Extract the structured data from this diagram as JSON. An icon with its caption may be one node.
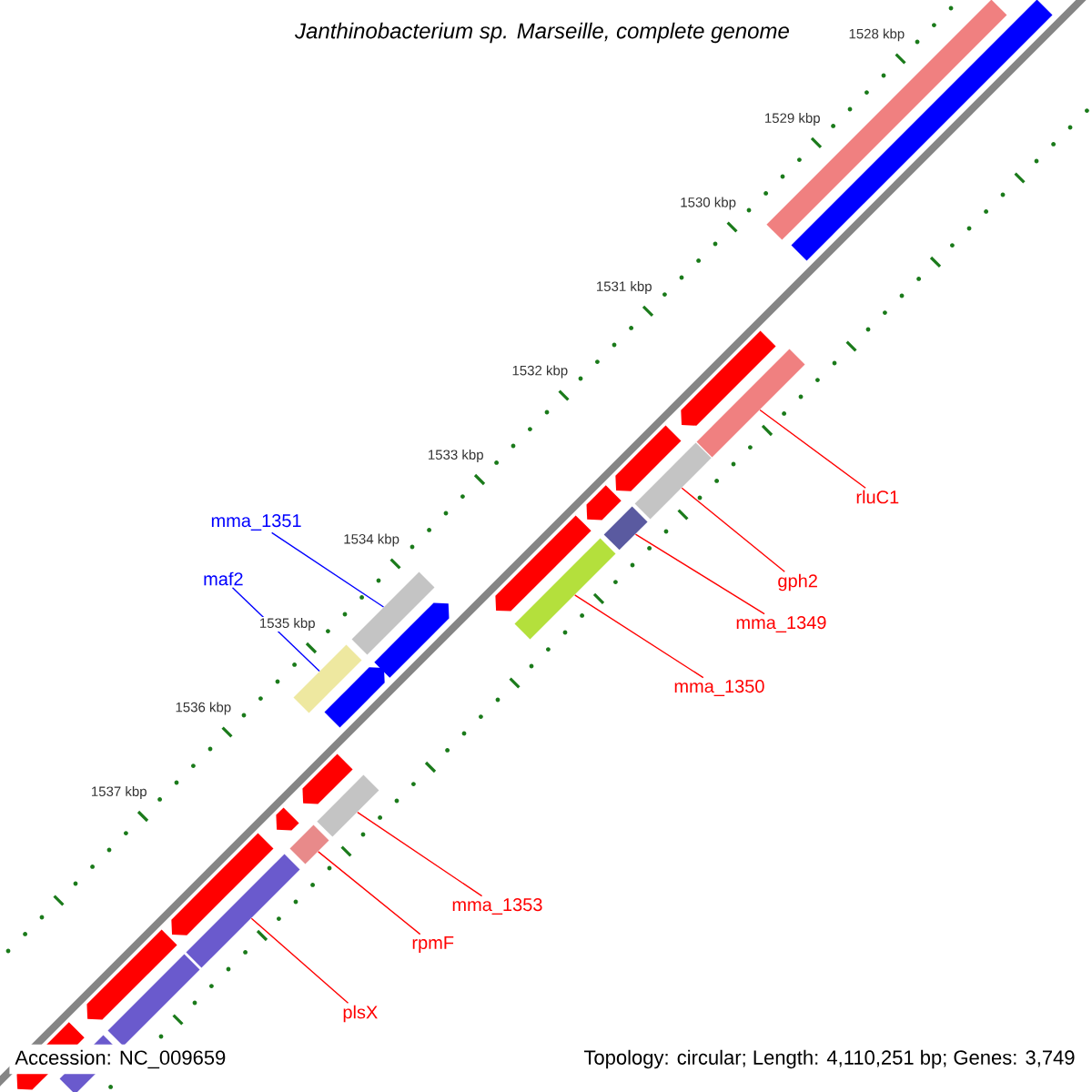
{
  "diagram": {
    "title": "Janthinobacterium sp. Marseille, complete genome",
    "nodes": [
      {
        "text": [],
        "shape": "bar"
      },
      {
        "text": [],
        "shape": "bar"
      },
      {
        "text": [],
        "shape": "arrow"
      },
      {
        "text": [],
        "shape": "bar"
      },
      {
        "text": [],
        "shape": "arrow"
      },
      {
        "text": [],
        "shape": "bar"
      },
      {
        "text": [],
        "shape": "arrow"
      },
      {
        "text": [],
        "shape": "bar"
      },
      {
        "text": [],
        "shape": "arrow"
      },
      {
        "text": [],
        "shape": "bar"
      },
      {
        "text": [],
        "shape": "bar"
      },
      {
        "text": [],
        "shape": "arrow"
      },
      {
        "text": [],
        "shape": "bar"
      },
      {
        "text": [],
        "shape": "arrow"
      },
      {
        "text": [],
        "shape": "arrow"
      },
      {
        "text": [],
        "shape": "bar"
      },
      {
        "text": [],
        "shape": "arrow"
      },
      {
        "text": [],
        "shape": "bar"
      },
      {
        "text": [],
        "shape": "arrow"
      },
      {
        "text": [],
        "shape": "bar"
      },
      {
        "text": [],
        "shape": "arrow"
      },
      {
        "text": [],
        "shape": "bar"
      },
      {
        "text": [],
        "shape": "arrow"
      },
      {
        "text": [],
        "shape": "bar"
      },
      {
        "text": [
          "rluC1"
        ]
      },
      {
        "text": [
          "gph2"
        ]
      },
      {
        "text": [
          "mma_1349"
        ]
      },
      {
        "text": [
          "mma_1350"
        ]
      },
      {
        "text": [
          "mma_1351"
        ]
      },
      {
        "text": [
          "maf2"
        ]
      },
      {
        "text": [
          "mma_1353"
        ]
      },
      {
        "text": [
          "rpmF"
        ]
      },
      {
        "text": [
          "plsX"
        ]
      }
    ],
    "edges": [
      {
        "from": 24,
        "to": 3,
        "arrow": "none"
      },
      {
        "from": 25,
        "to": 5,
        "arrow": "none"
      },
      {
        "from": 26,
        "to": 7,
        "arrow": "none"
      },
      {
        "from": 27,
        "to": 9,
        "arrow": "none"
      },
      {
        "from": 28,
        "to": 10,
        "arrow": "none",
        "color": "#0000ff"
      },
      {
        "from": 29,
        "to": 12,
        "arrow": "none",
        "color": "#0000ff"
      },
      {
        "from": 30,
        "to": 15,
        "arrow": "none"
      },
      {
        "from": 31,
        "to": 17,
        "arrow": "none"
      },
      {
        "from": 32,
        "to": 19,
        "arrow": "none"
      }
    ],
    "labels": [
      "1528 kbp",
      "1529 kbp",
      "1530 kbp",
      "1531 kbp",
      "1532 kbp",
      "1533 kbp",
      "1534 kbp",
      "1535 kbp",
      "1536 kbp",
      "1537 kbp",
      "Accession: NC_009659",
      "Topology: circular; Length: 4,110,251 bp; Genes: 3,749"
    ]
  }
}
